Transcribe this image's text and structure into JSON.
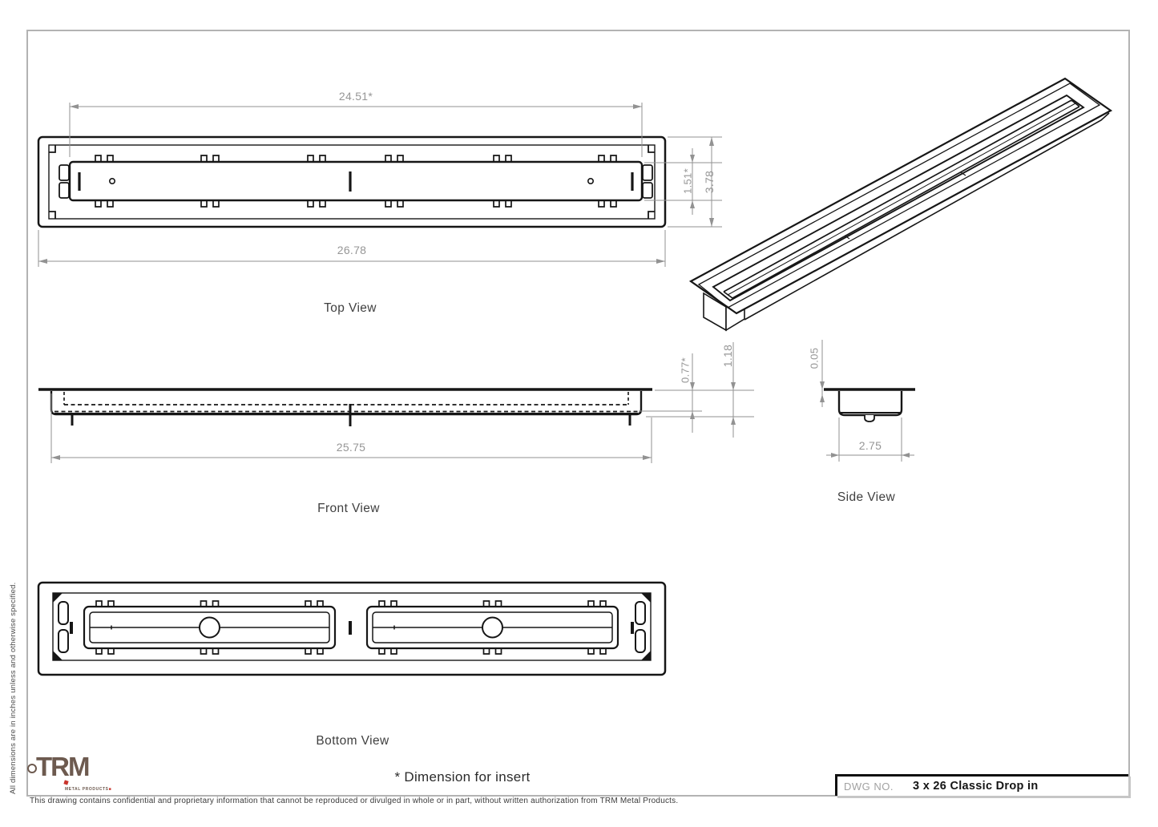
{
  "drawing": {
    "views": {
      "top": {
        "label": "Top View",
        "dim_insert_width": "24.51*",
        "dim_overall_width": "26.78",
        "dim_insert_height": "1.51*",
        "dim_overall_height": "3.78"
      },
      "front": {
        "label": "Front View",
        "dim_insert_length": "25.75",
        "dim_insert_depth": "0.77*",
        "dim_overall_depth": "1.18"
      },
      "side": {
        "label": "Side View",
        "dim_flange_thickness": "0.05",
        "dim_width": "2.75"
      },
      "bottom": {
        "label": "Bottom View"
      },
      "isometric": {
        "label": ""
      }
    },
    "footnote": "* Dimension for insert",
    "units_note": "All dimensions are in inches unless and otherwise specified.",
    "confidentiality": "This drawing contains confidential and proprietary information that cannot be reproduced or divulged in whole or in part, without written authorization from TRM Metal Products."
  },
  "title_block": {
    "dwg_no_label": "DWG NO.",
    "drawing_number": "3 x 26 Classic Drop in"
  },
  "logo": {
    "text": "TRM",
    "subtext": "METAL PRODUCTS"
  },
  "colors": {
    "line": "#161616",
    "dimension": "#929292",
    "frame": "#b3b3b3",
    "logo_brown": "#6d5a4f",
    "logo_red": "#c9342c",
    "title_text": "#141414",
    "dwg_label_gray": "#a2a2a2"
  }
}
